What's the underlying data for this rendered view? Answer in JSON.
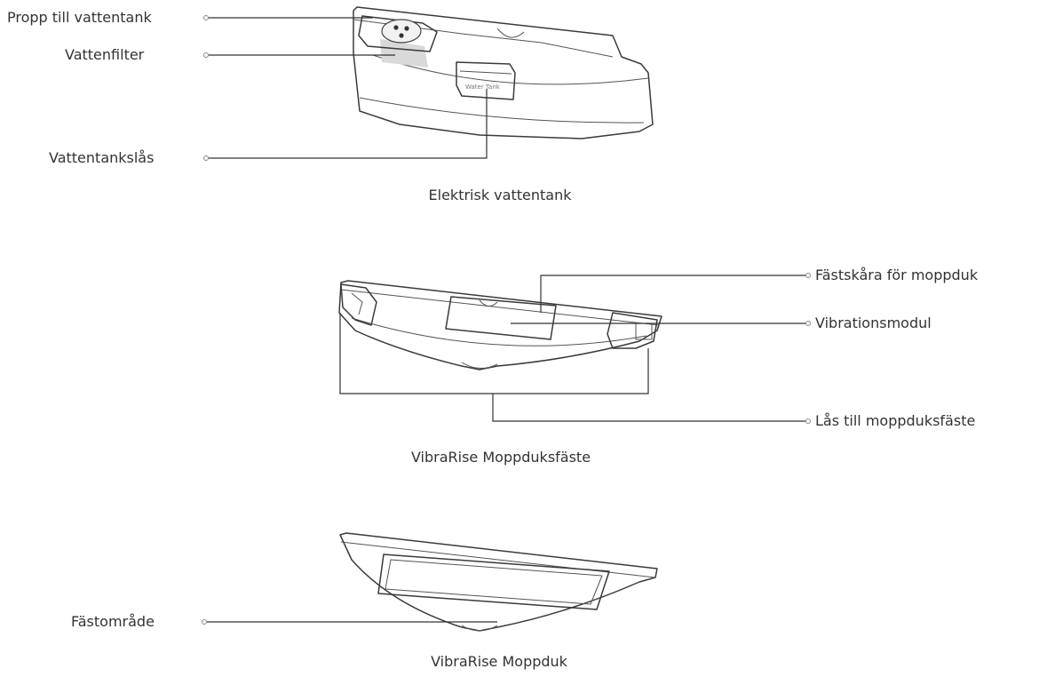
{
  "sections": {
    "water_tank": {
      "caption": "Elektrisk vattentank",
      "labels": {
        "stopper": "Propp till vattentank",
        "filter": "Vattenfilter",
        "lock": "Vattentankslås"
      },
      "embossed_text": "Water Tank"
    },
    "mop_mount": {
      "caption": "VibraRise Moppduksfäste",
      "labels": {
        "slot": "Fästskåra för moppduk",
        "vibration": "Vibrationsmodul",
        "lock": "Lås till moppduksfäste"
      }
    },
    "mop_cloth": {
      "caption": "VibraRise Moppduk",
      "labels": {
        "area": "Fästområde"
      }
    }
  }
}
